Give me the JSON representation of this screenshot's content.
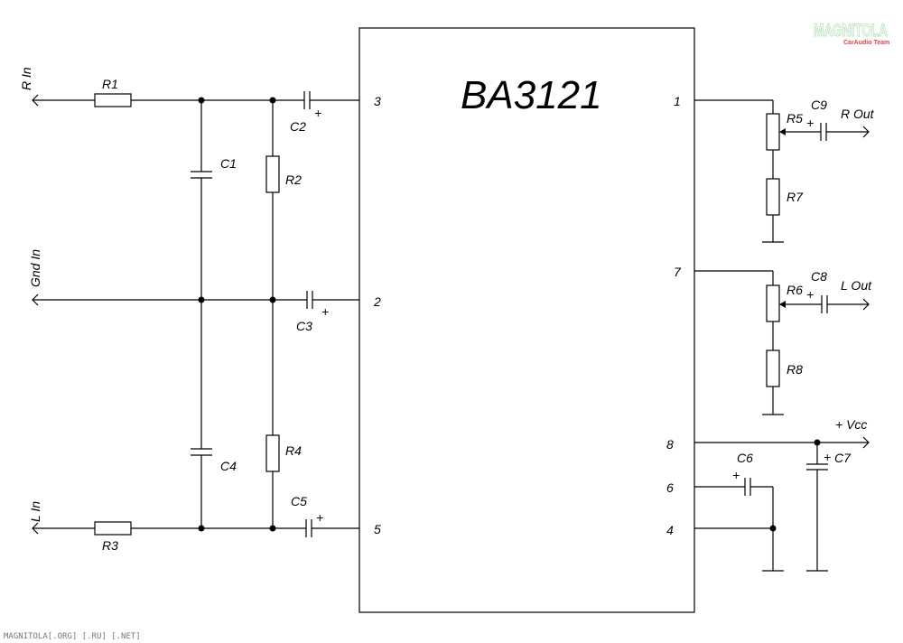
{
  "chip": {
    "name": "BA3121"
  },
  "pins": {
    "p1": "1",
    "p2": "2",
    "p3": "3",
    "p4": "4",
    "p5": "5",
    "p6": "6",
    "p7": "7",
    "p8": "8"
  },
  "components": {
    "R1": "R1",
    "R2": "R2",
    "R3": "R3",
    "R4": "R4",
    "R5": "R5",
    "R6": "R6",
    "R7": "R7",
    "R8": "R8",
    "C1": "C1",
    "C2": "C2",
    "C3": "C3",
    "C4": "C4",
    "C5": "C5",
    "C6": "C6",
    "C7": "C7",
    "C8": "C8",
    "C9": "C9"
  },
  "ports": {
    "r_in": "R In",
    "gnd_in": "Gnd In",
    "l_in": "L In",
    "r_out": "R Out",
    "l_out": "L Out",
    "vcc": "+ Vcc"
  },
  "polarity": "+",
  "logo": {
    "text": "MAGNITOLA",
    "sub": "CarAudio Team"
  },
  "footer": "MAGNITOLA[.ORG] [.RU] [.NET]"
}
